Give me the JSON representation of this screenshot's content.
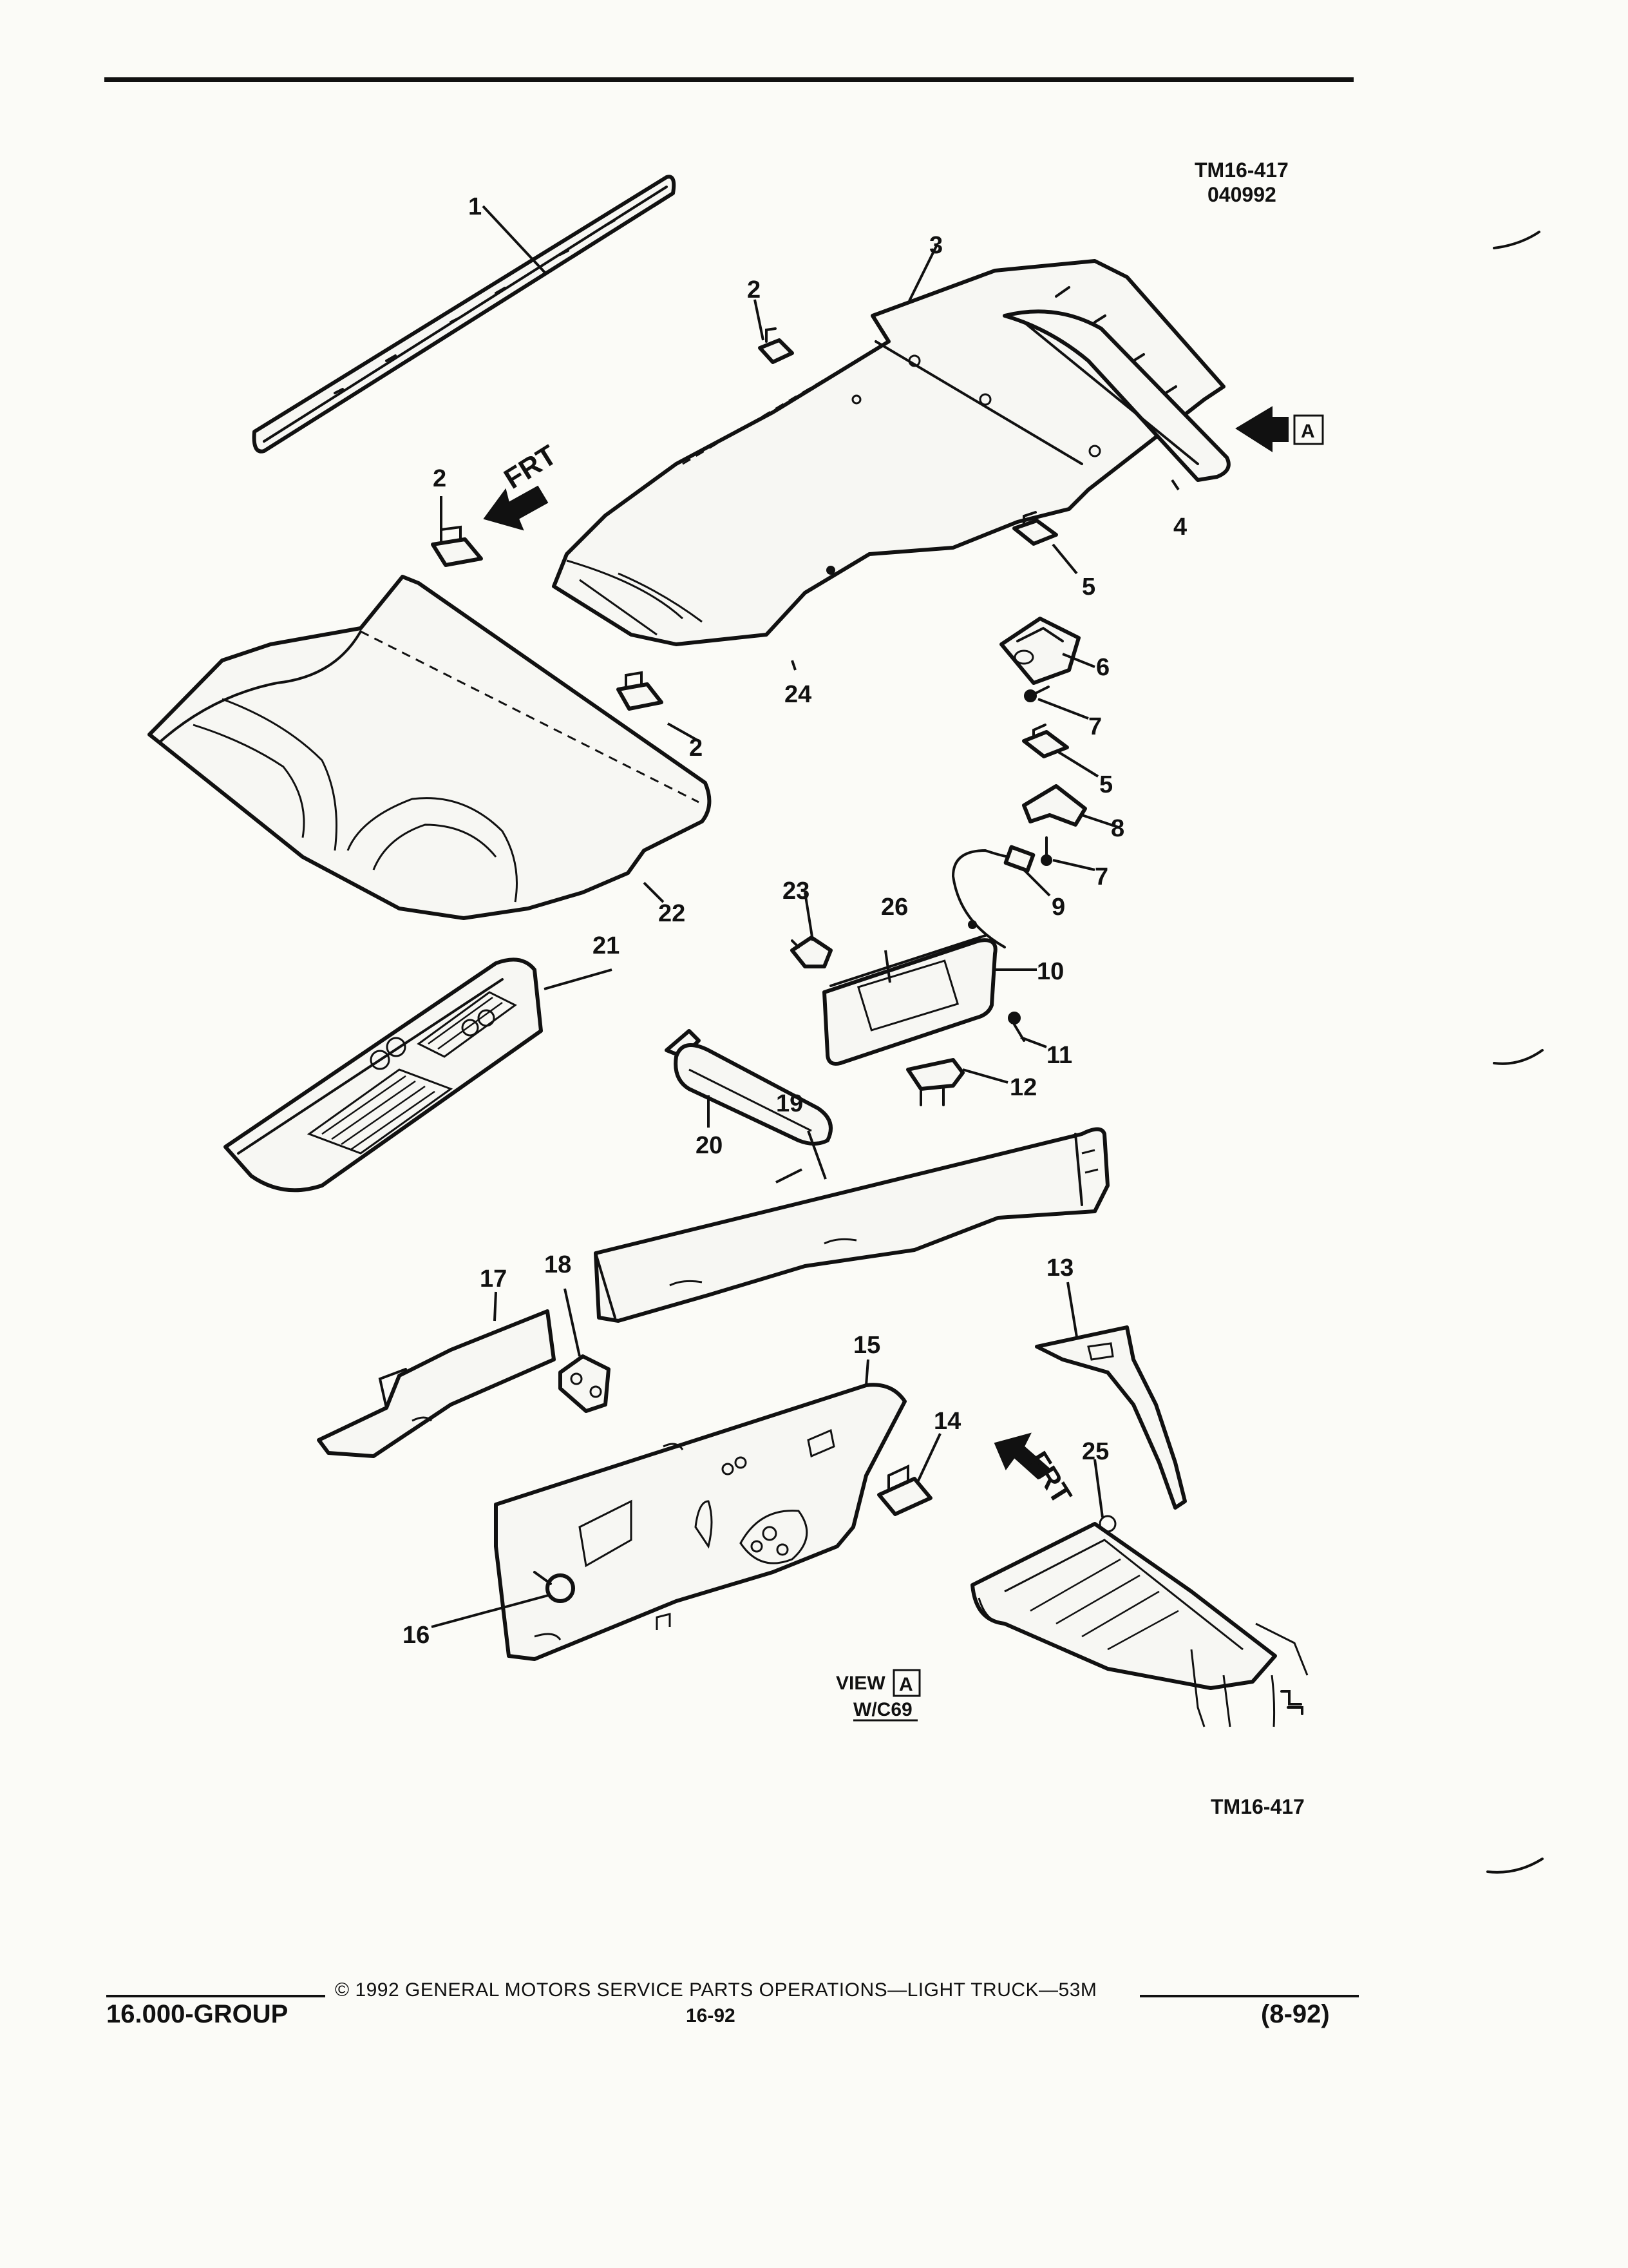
{
  "header": {
    "figure_code": "TM16-417",
    "figure_date": "040992"
  },
  "figure_code_bottom": "TM16-417",
  "view_label": {
    "prefix": "VIEW",
    "letter": "A",
    "option": "W/C69"
  },
  "front_arrow_text": "FRT",
  "view_marker_letter": "A",
  "callouts": [
    "1",
    "2",
    "2",
    "2",
    "3",
    "4",
    "5",
    "5",
    "6",
    "7",
    "7",
    "8",
    "9",
    "10",
    "11",
    "12",
    "13",
    "14",
    "15",
    "16",
    "17",
    "18",
    "19",
    "20",
    "21",
    "22",
    "23",
    "24",
    "25",
    "26"
  ],
  "footer": {
    "copyright": "© 1992 GENERAL MOTORS SERVICE PARTS OPERATIONS—LIGHT TRUCK—53M",
    "group": "16.000-GROUP",
    "page": "16-92",
    "date_code": "(8-92)"
  }
}
